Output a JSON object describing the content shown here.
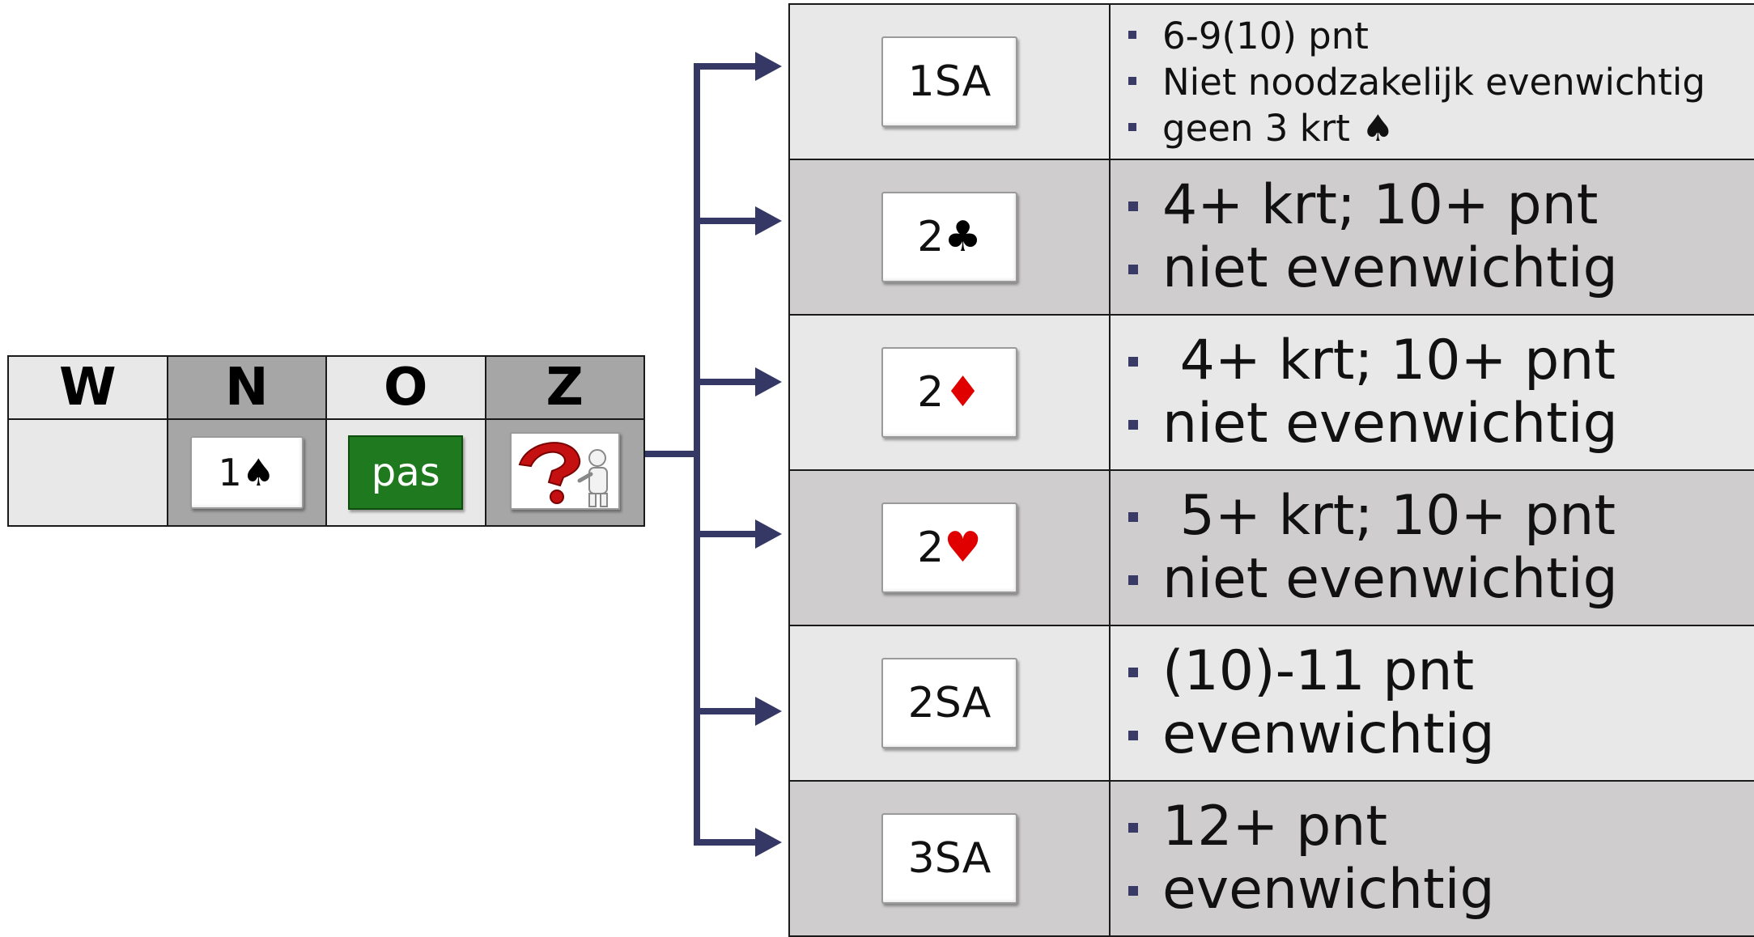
{
  "bidding": {
    "headers": [
      "W",
      "N",
      "O",
      "Z"
    ],
    "north_bid": {
      "level": "1",
      "suit": "♠"
    },
    "east_call": "pas",
    "south_icon": "alert-question-icon"
  },
  "responses": [
    {
      "bid_level": "1SA",
      "bid_suit": "",
      "lines": [
        "6-9(10) pnt",
        "Niet noodzakelijk evenwichtig",
        "geen 3 krt ♠"
      ]
    },
    {
      "bid_level": "2",
      "bid_suit": "♣",
      "lines": [
        "4+ krt; 10+ pnt",
        "niet evenwichtig"
      ]
    },
    {
      "bid_level": "2",
      "bid_suit": "♦",
      "lines": [
        " 4+ krt; 10+ pnt",
        "niet evenwichtig"
      ]
    },
    {
      "bid_level": "2",
      "bid_suit": "♥",
      "lines": [
        " 5+ krt; 10+ pnt",
        "niet evenwichtig"
      ]
    },
    {
      "bid_level": "2SA",
      "bid_suit": "",
      "lines": [
        "(10)-11 pnt",
        "evenwichtig"
      ]
    },
    {
      "bid_level": "3SA",
      "bid_suit": "",
      "lines": [
        "12+ pnt",
        "evenwichtig"
      ]
    }
  ],
  "colors": {
    "connector": "#353865",
    "pas_button": "#1f7a1f",
    "red_suit": "#e00000",
    "row_light": "#e8e8e8",
    "row_dark": "#cfcdcd",
    "header_dark": "#a6a6a6"
  }
}
